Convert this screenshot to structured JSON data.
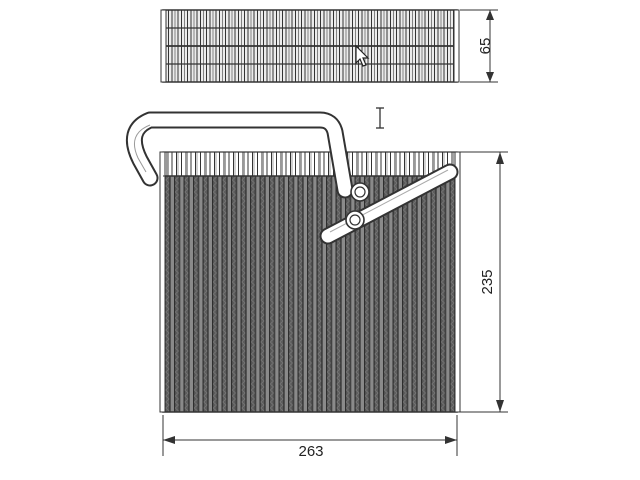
{
  "dimensions": {
    "depth": "65",
    "height": "235",
    "width": "263"
  },
  "colors": {
    "line": "#333333",
    "core_fill": "#5c5c5c",
    "core_dark": "#3a3a3a",
    "fin_light": "#9a9a9a",
    "pipe_fill": "#ffffff",
    "background": "#ffffff"
  },
  "icons": {
    "cursor": "arrow-cursor-icon",
    "text_cursor": "i-beam-cursor-icon"
  }
}
